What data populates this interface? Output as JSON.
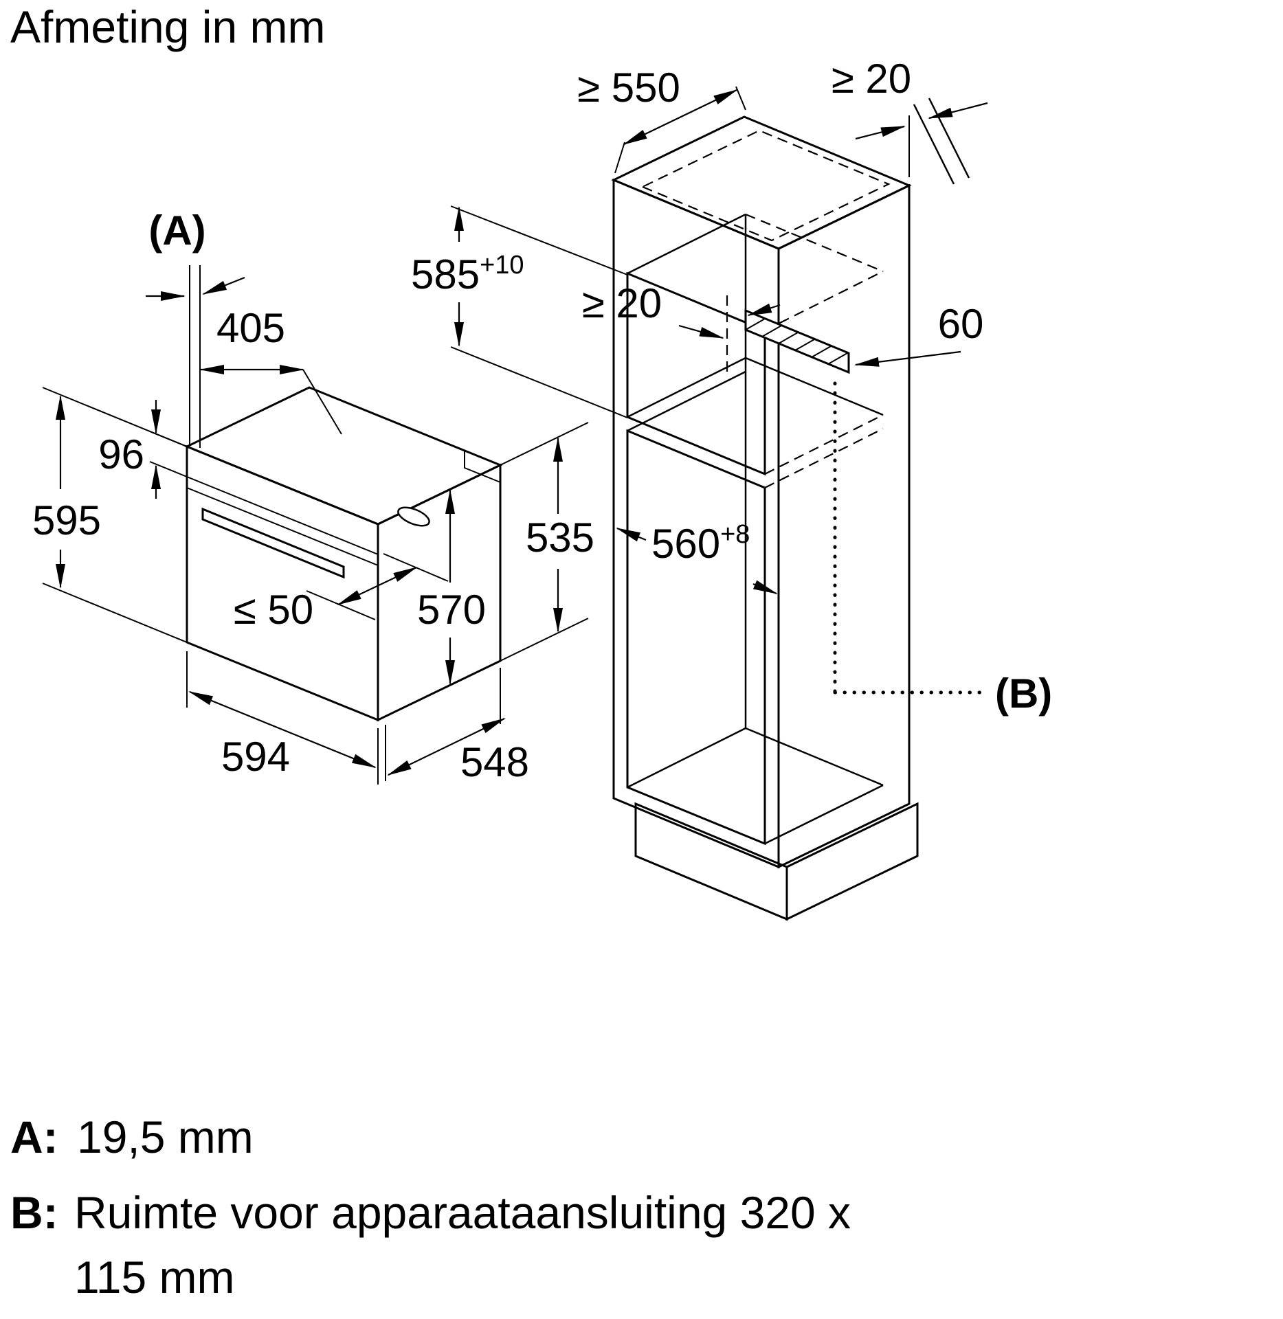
{
  "title": "Afmeting in mm",
  "oven": {
    "a_label": "(A)",
    "top_depth": "405",
    "panel_height": "96",
    "height": "595",
    "handle_clearance": "≤ 50",
    "inner_height": "570",
    "rear_height": "535",
    "width": "594",
    "depth": "548"
  },
  "cabinet": {
    "top_depth": "≥ 550",
    "wall_gap": "≥ 20",
    "niche_height_main": "585",
    "niche_height_sup": "+10",
    "rear_gap": "≥ 20",
    "vent": "60",
    "niche_width_main": "560",
    "niche_width_sup": "+8",
    "b_label": "(B)"
  },
  "notes": {
    "a_key": "A:",
    "a_value": "19,5 mm",
    "b_key": "B:",
    "b_value_line1": "Ruimte voor apparaataansluiting 320 x",
    "b_value_line2": "115 mm"
  }
}
